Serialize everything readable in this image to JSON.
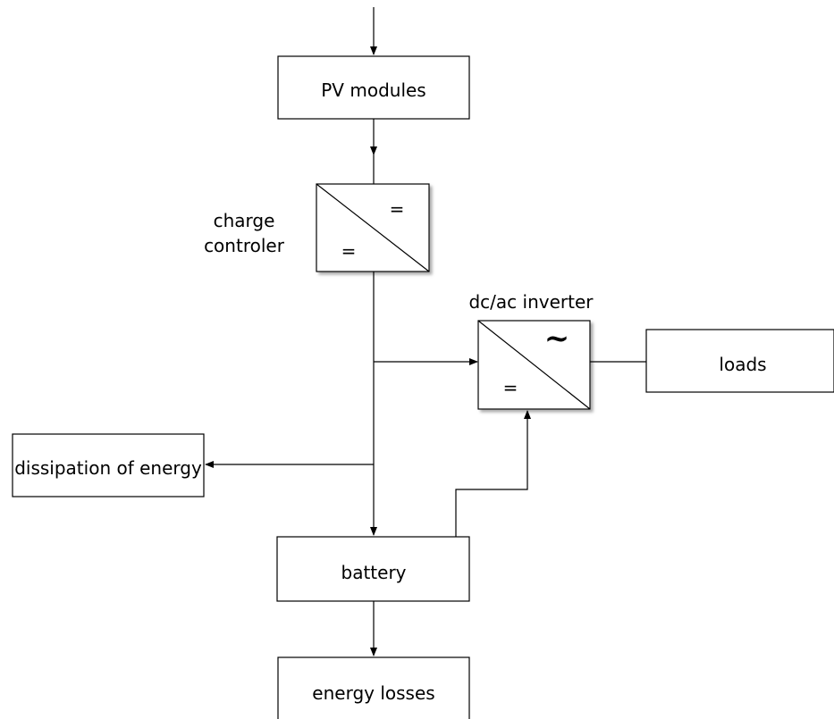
{
  "diagram": {
    "pv_modules": "PV modules",
    "charge_controller": {
      "line1": "charge",
      "line2": "controler",
      "symbol_top": "=",
      "symbol_bottom": "="
    },
    "inverter": {
      "title": "dc/ac inverter",
      "symbol_top": "~",
      "symbol_bottom": "="
    },
    "loads": "loads",
    "dissipation": "dissipation of energy",
    "battery": "battery",
    "energy_losses": "energy losses"
  }
}
